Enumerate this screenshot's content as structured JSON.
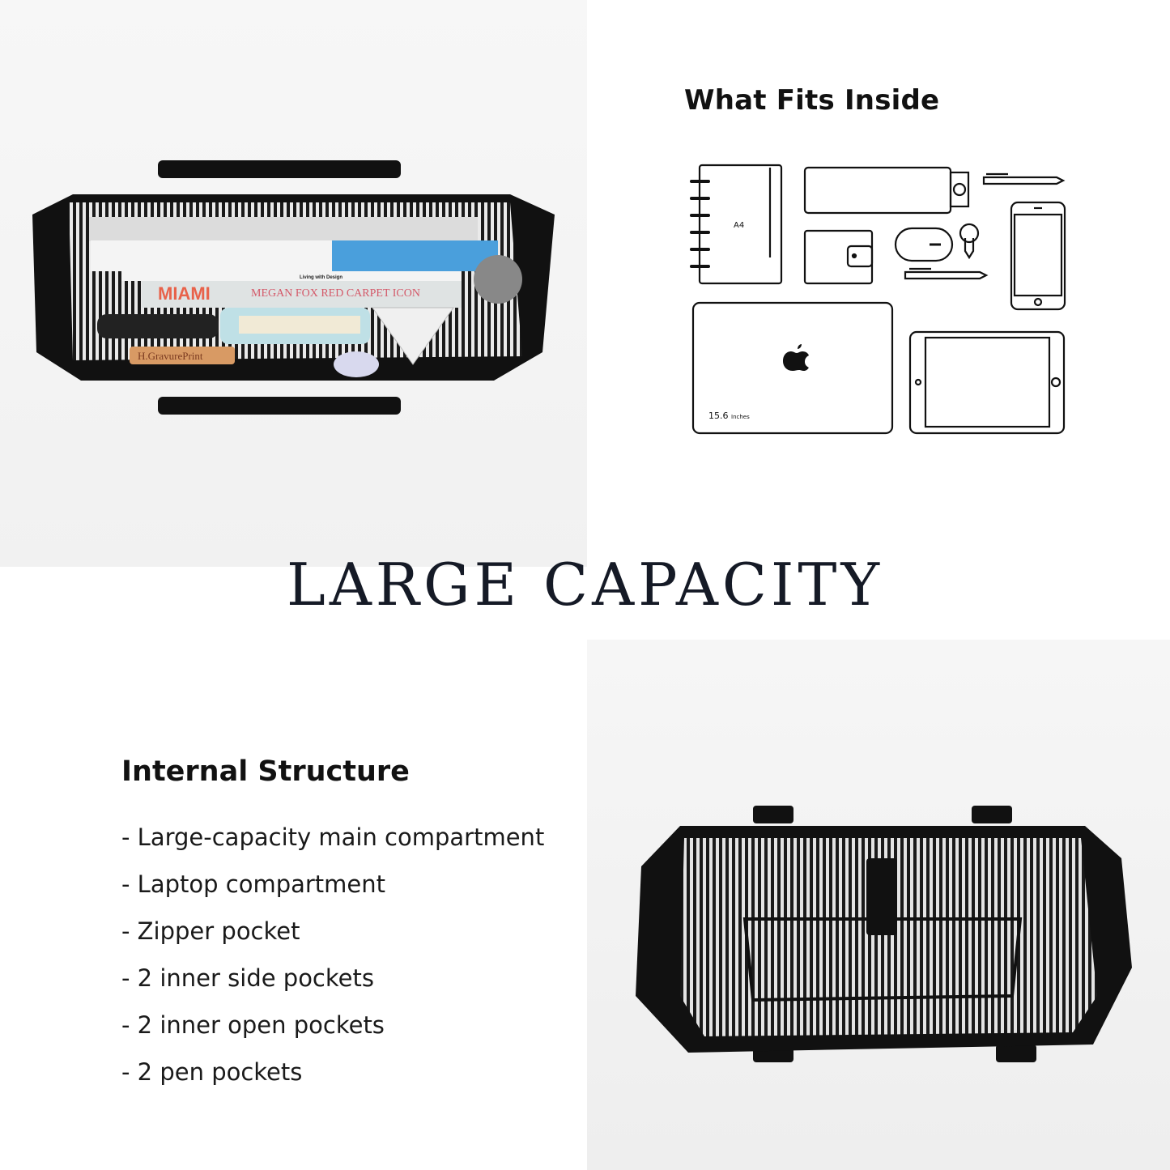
{
  "fits_section": {
    "title": "What Fits Inside",
    "notebook_label": "A4",
    "laptop_size": "15.6",
    "laptop_unit": "Inches",
    "items": [
      "notebook-icon",
      "pencil-case-icon",
      "pen-icon",
      "wallet-icon",
      "mouse-icon",
      "key-icon",
      "pen-icon",
      "phone-icon",
      "laptop-icon",
      "tablet-icon"
    ]
  },
  "headline": "LARGE CAPACITY",
  "structure_section": {
    "title": "Internal Structure",
    "features": [
      "- Large-capacity main compartment",
      "- Laptop compartment",
      "- Zipper pocket",
      "- 2 inner side pockets",
      "- 2 inner open pockets",
      "- 2 pen pockets"
    ]
  },
  "photo_lettering": {
    "book_title": "MIAMI",
    "book_subtitle": "MEGAN FOX RED CARPET ICON",
    "magazine": "Living with Design",
    "pencil_brand": "H.GravurePrint"
  },
  "colors": {
    "bag": "#111111",
    "stripe": "#e8e8e8",
    "text": "#111111",
    "headline": "#151a26"
  }
}
